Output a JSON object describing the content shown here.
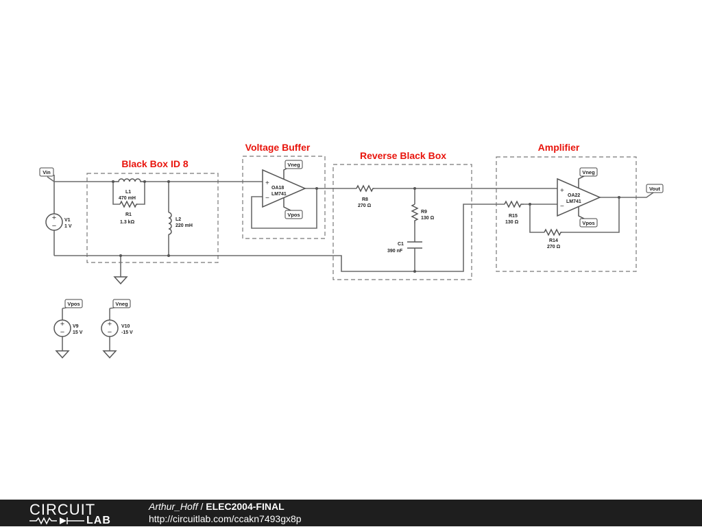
{
  "sections": {
    "black_box": "Black Box ID 8",
    "voltage_buffer": "Voltage Buffer",
    "reverse_black_box": "Reverse Black Box",
    "amplifier": "Amplifier"
  },
  "nets": {
    "vin": "Vin",
    "vout": "Vout",
    "vneg": "Vneg",
    "vpos": "Vpos"
  },
  "components": {
    "L1": {
      "name": "L1",
      "value": "470 mH"
    },
    "R1": {
      "name": "R1",
      "value": "1.3 kΩ"
    },
    "L2": {
      "name": "L2",
      "value": "220 mH"
    },
    "V1": {
      "name": "V1",
      "value": "1 V"
    },
    "OA18": {
      "name": "OA18",
      "model": "LM741"
    },
    "R8": {
      "name": "R8",
      "value": "270 Ω"
    },
    "R9": {
      "name": "R9",
      "value": "130 Ω"
    },
    "C1": {
      "name": "C1",
      "value": "390 nF"
    },
    "R15": {
      "name": "R15",
      "value": "130 Ω"
    },
    "OA22": {
      "name": "OA22",
      "model": "LM741"
    },
    "R14": {
      "name": "R14",
      "value": "270 Ω"
    },
    "V9": {
      "name": "V9",
      "value": "15 V"
    },
    "V10": {
      "name": "V10",
      "value": "-15 V"
    }
  },
  "symbols": {
    "plus": "+",
    "minus": "−"
  },
  "footer": {
    "logo_top": "CIRCUIT",
    "logo_bottom": "LAB",
    "author": "Arthur_Hoff",
    "separator": " / ",
    "project": "ELEC2004-FINAL",
    "url": "http://circuitlab.com/ccakn7493gx8p"
  },
  "colors": {
    "title": "#e8140c",
    "wire": "#6b6b6b",
    "footer_bg": "#1e1e1e"
  }
}
